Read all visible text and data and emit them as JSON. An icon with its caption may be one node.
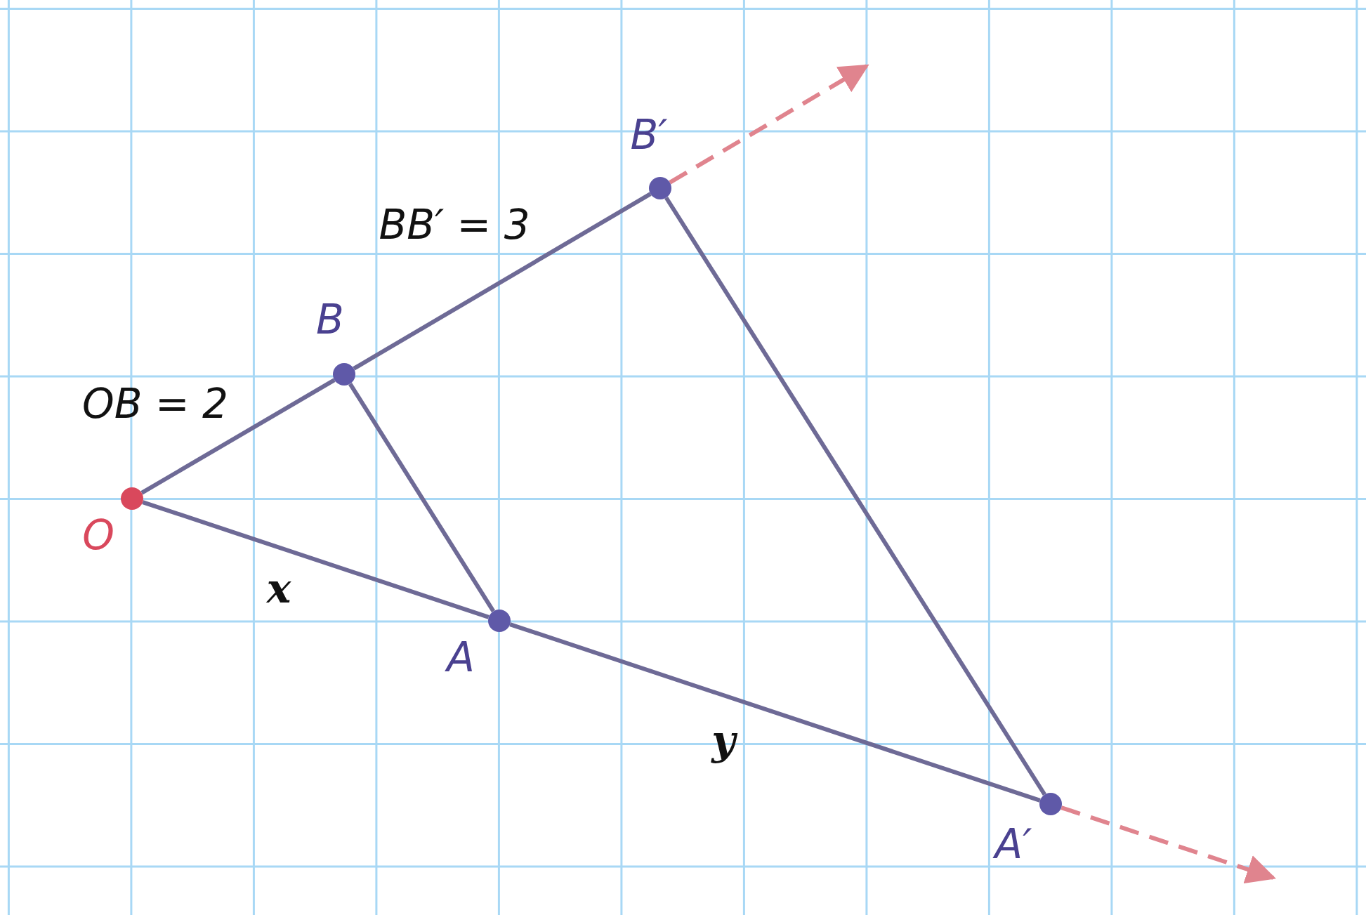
{
  "diagram": {
    "nodes": [
      {
        "text": [],
        "shape": "circle",
        "beside": [
          "O"
        ]
      },
      {
        "text": [],
        "shape": "circle",
        "beside": [
          "B"
        ]
      },
      {
        "text": [],
        "shape": "circle",
        "beside": [
          "B′"
        ]
      },
      {
        "text": [],
        "shape": "circle",
        "beside": [
          "A"
        ]
      },
      {
        "text": [],
        "shape": "circle",
        "beside": [
          "A′"
        ]
      }
    ],
    "edges": [
      {
        "from": 0,
        "to": 1,
        "arrow": "none"
      },
      {
        "from": 1,
        "to": 2,
        "arrow": "none"
      },
      {
        "from": 0,
        "to": 3,
        "arrow": "none"
      },
      {
        "from": 3,
        "to": 4,
        "arrow": "none"
      },
      {
        "from": 1,
        "to": 3,
        "arrow": "none"
      },
      {
        "from": 2,
        "to": 4,
        "arrow": "none"
      },
      {
        "from": 2,
        "to": null,
        "arrow": "to",
        "style": "dashed",
        "color": "#e0848e"
      },
      {
        "from": 4,
        "to": null,
        "arrow": "to",
        "style": "dashed",
        "color": "#e0848e"
      }
    ],
    "labels": [
      "BB′ = 3",
      "OB = 2",
      "x",
      "y"
    ]
  }
}
